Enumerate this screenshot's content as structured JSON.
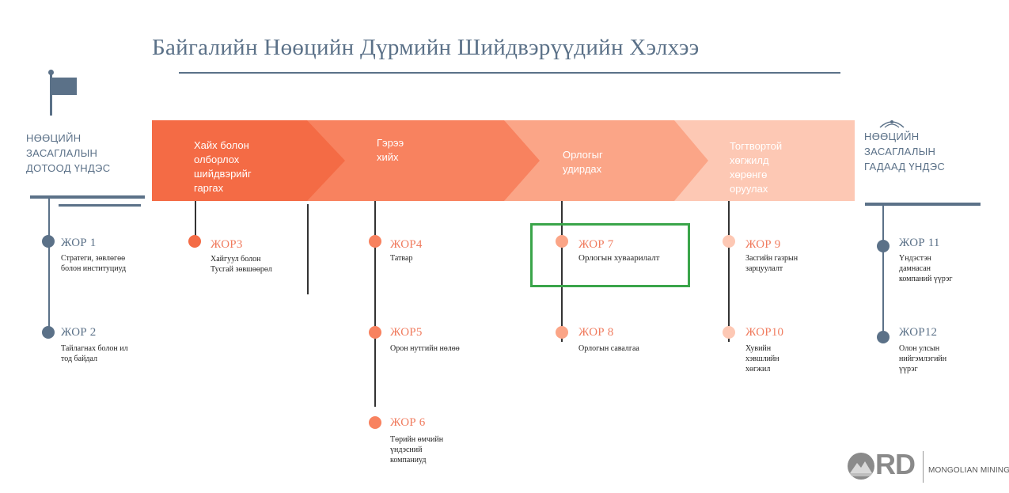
{
  "title": "Байгалийн Нөөцийн Дүрмийн Шийдвэрүүдийн Хэлхээ",
  "left_panel": {
    "heading_lines": [
      "НӨӨЦИЙН",
      "ЗАСАГЛАЛЫН",
      "ДОТООД ҮНДЭС"
    ],
    "items": [
      {
        "label": "ЖОР 1",
        "desc_lines": [
          "Стратеги, зөвлөгөө",
          "болон институциуд"
        ]
      },
      {
        "label": "ЖОР 2",
        "desc_lines": [
          "Тайлагнах болон ил",
          "тод байдал"
        ]
      }
    ]
  },
  "right_panel": {
    "heading_lines": [
      "НӨӨЦИЙН",
      "ЗАСАГЛАЛЫН",
      "ГАДААД ҮНДЭС"
    ],
    "items": [
      {
        "label": "ЖОР 11",
        "desc_lines": [
          "Үндэстэн",
          "дамнасан",
          "компаний үүрэг"
        ]
      },
      {
        "label": "ЖОР12",
        "desc_lines": [
          "Олон улсын",
          "нийгэмлэгийн",
          "үүрэг"
        ]
      }
    ]
  },
  "stages": [
    {
      "label_lines": [
        "Хайх  болон",
        "олборлох",
        "шийдвэрийг",
        "гаргах"
      ],
      "color": "#f46b45",
      "items": [
        {
          "label": "ЖОР3",
          "desc_lines": [
            "Хайгуул болон",
            "Тусгай зөвшөөрөл"
          ]
        }
      ]
    },
    {
      "label_lines": [
        "Гэрээ",
        "хийх"
      ],
      "color": "#f8825f",
      "items": [
        {
          "label": "ЖОР4",
          "desc_lines": [
            "Татвар"
          ]
        },
        {
          "label": "ЖОР5",
          "desc_lines": [
            "Орон нутгийн нөлөө"
          ]
        },
        {
          "label": "ЖОР 6",
          "desc_lines": [
            "Төрийн өмчийн",
            "үндэсний",
            "компаниуд"
          ]
        }
      ]
    },
    {
      "label_lines": [
        "Орлогыг",
        "удирдах"
      ],
      "color": "#fba587",
      "items": [
        {
          "label": "ЖОР 7",
          "desc_lines": [
            "Орлогын хуваарилалт"
          ]
        },
        {
          "label": "ЖОР 8",
          "desc_lines": [
            "Орлогын савалгаа"
          ]
        }
      ]
    },
    {
      "label_lines": [
        "Тогтвортой",
        "хөгжилд",
        "хөрөнгө",
        "оруулах"
      ],
      "color": "#fdc8b4",
      "items": [
        {
          "label": "ЖОР 9",
          "desc_lines": [
            "Засгийн газрын",
            "зарцуулалт"
          ]
        },
        {
          "label": "ЖОР10",
          "desc_lines": [
            "Хувийн",
            "хэвшлийн",
            "хөгжил"
          ]
        }
      ]
    }
  ],
  "logo": {
    "mark": "RD",
    "text": "MONGOLIAN MINING"
  },
  "colors": {
    "slate": "#5b7188",
    "highlight": "#3aa54a",
    "orange_text": "#f07b5e"
  }
}
